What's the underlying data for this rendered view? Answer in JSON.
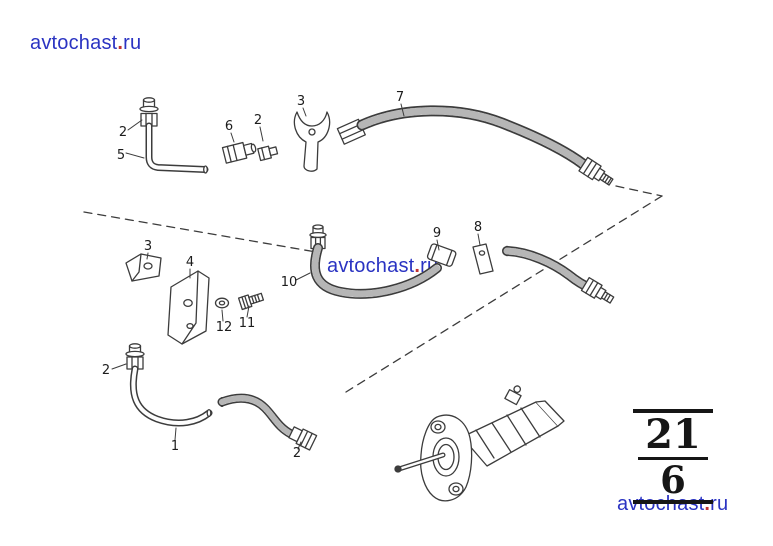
{
  "watermark": {
    "name": "avtochast",
    "dot": ".",
    "tld": "ru",
    "blue": "#2a33c2",
    "red": "#c23230"
  },
  "diagram": {
    "ink": "#3c3c3c",
    "paper": "#ffffff"
  },
  "section_badge": {
    "numerator": "21",
    "denominator": "6"
  },
  "callouts": {
    "top_elbow_nut": "2",
    "top_elbow_pipe": "5",
    "top_connector": "6",
    "top_union": "2",
    "top_wing_bracket": "3",
    "top_hose": "7",
    "mid_bracket": "3",
    "mid_plate": "4",
    "mid_washer": "12",
    "mid_bolt": "11",
    "mid_hose": "10",
    "mid_clip": "9",
    "mid_holder": "8",
    "bottom_pipe_nut": "2",
    "bottom_pipe": "1",
    "bottom_hose_nut": "2"
  }
}
